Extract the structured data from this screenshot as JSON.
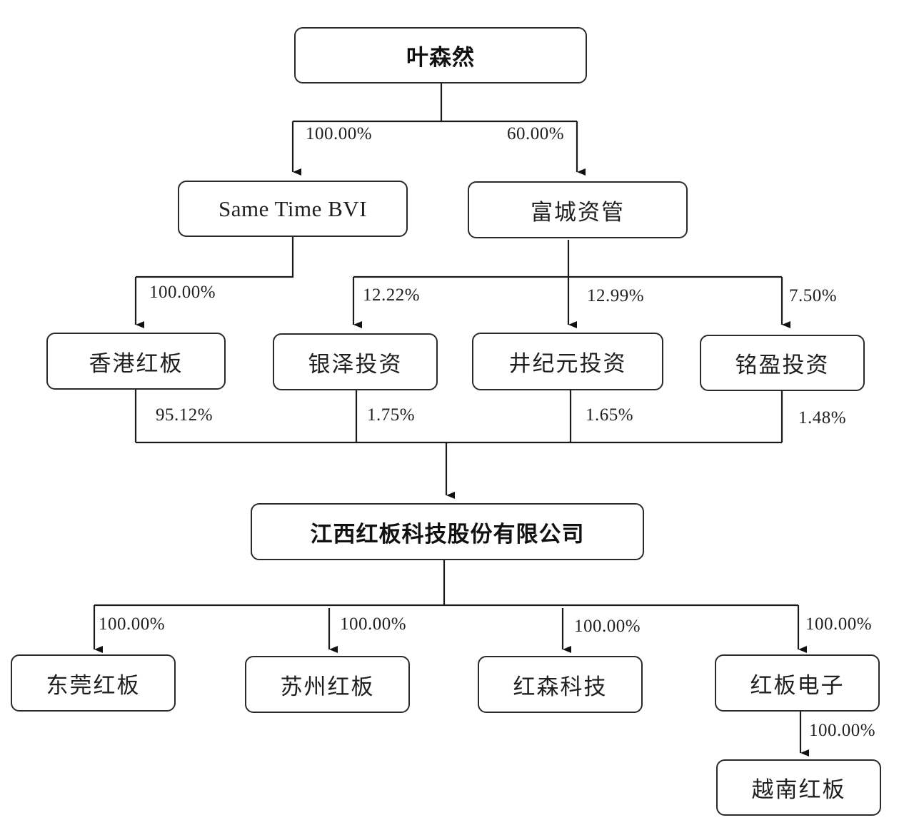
{
  "nodes": {
    "ye_senran": "叶森然",
    "same_time_bvi": "Same Time BVI",
    "fucheng": "富城资管",
    "hk_hongban": "香港红板",
    "yinze": "银泽投资",
    "jingjiyuan": "井纪元投资",
    "mingying": "铭盈投资",
    "jiangxi_hongban": "江西红板科技股份有限公司",
    "dongguan": "东莞红板",
    "suzhou": "苏州红板",
    "hongsen": "红森科技",
    "hongban_dianzi": "红板电子",
    "vietnam": "越南红板"
  },
  "edges": {
    "ye_to_bvi": "100.00%",
    "ye_to_fucheng": "60.00%",
    "bvi_to_hk": "100.00%",
    "fucheng_to_yinze": "12.22%",
    "fucheng_to_jingjiyuan": "12.99%",
    "fucheng_to_mingying": "7.50%",
    "hk_to_jiangxi": "95.12%",
    "yinze_to_jiangxi": "1.75%",
    "jingjiyuan_to_jiangxi": "1.65%",
    "mingying_to_jiangxi": "1.48%",
    "jiangxi_to_dongguan": "100.00%",
    "jiangxi_to_suzhou": "100.00%",
    "jiangxi_to_hongsen": "100.00%",
    "jiangxi_to_dianzi": "100.00%",
    "dianzi_to_vietnam": "100.00%"
  }
}
